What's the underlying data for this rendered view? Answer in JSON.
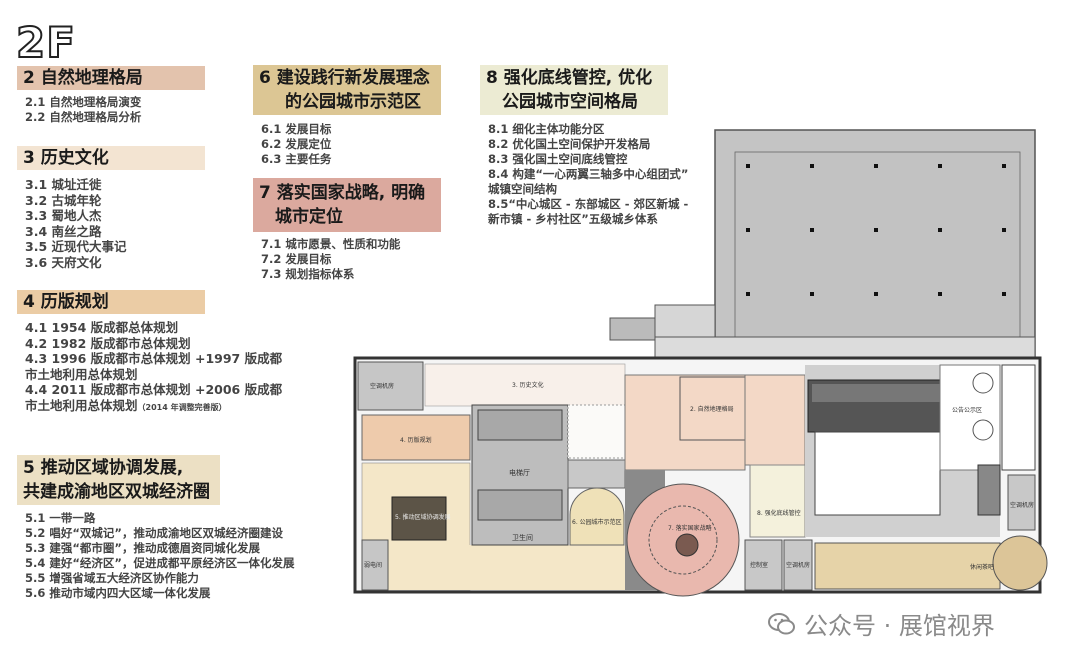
{
  "floor_label": "2F",
  "sections": [
    {
      "title": "2 自然地理格局",
      "items": [
        "2.1 自然地理格局演变",
        "2.2 自然地理格局分析"
      ]
    },
    {
      "title": "3 历史文化",
      "items": [
        "3.1 城址迁徙",
        "3.2 古城年轮",
        "3.3 蜀地人杰",
        "3.4 南丝之路",
        "3.5 近现代大事记",
        "3.6 天府文化"
      ]
    },
    {
      "title": "4 历版规划",
      "items": [
        "4.1 1954 版成都总体规划",
        "4.2 1982 版成都市总体规划",
        "4.3 1996 版成都市总体规划 +1997 版成都",
        "市土地利用总体规划",
        "4.4 2011 版成都市总体规划 +2006 版成都",
        "市土地利用总体规划"
      ],
      "note": "（2014 年调整完善版）"
    },
    {
      "title_lines": [
        "5 推动区域协调发展,",
        "共建成渝地区双城经济圈"
      ],
      "items": [
        "5.1 一带一路",
        "5.2 唱好“双城记”，推动成渝地区双城经济圈建设",
        "5.3 建强“都市圈”，推动成德眉资同城化发展",
        "5.4 建好“经济区”，促进成都平原经济区一体化发展",
        "5.5 增强省域五大经济区协作能力",
        "5.6 推动市域内四大区域一体化发展"
      ]
    },
    {
      "title_lines": [
        "6  建设践行新发展理念",
        "的公园城市示范区"
      ],
      "items": [
        "6.1 发展目标",
        "6.2 发展定位",
        "6.3 主要任务"
      ]
    },
    {
      "title_lines": [
        "7 落实国家战略, 明确",
        "城市定位"
      ],
      "items": [
        "7.1 城市愿景、性质和功能",
        "7.2 发展目标",
        "7.3 规划指标体系"
      ]
    },
    {
      "title_lines": [
        "8 强化底线管控, 优化",
        "公园城市空间格局"
      ],
      "items": [
        "8.1 细化主体功能分区",
        "8.2 优化国土空间保护开发格局",
        "8.3 强化国土空间底线管控",
        "8.4 构建“一心两翼三轴多中心组团式”",
        "城镇空间结构",
        "8.5“中心城区 - 东部城区 - 郊区新城 -",
        "新市镇 - 乡村社区”五级城乡体系"
      ]
    }
  ],
  "plan_labels": {
    "ac_room": "空调机房",
    "history": "3. 历史文化",
    "planning": "4. 历版规划",
    "natural": "2. 自然地理格局",
    "elevator_hall": "电梯厅",
    "restroom": "卫生间",
    "weak_room": "弱电间",
    "notice_area": "公告公示区",
    "control_room": "控制室",
    "ac_room_2": "空调机房",
    "ac_room_3": "空调机房",
    "zone5": "5. 推动区域协调发展",
    "zone6": "6. 公园城市示范区",
    "zone7": "7. 落实国家战略",
    "zone8": "8. 强化底线管控",
    "bar": "休闲茶吧"
  },
  "watermark": "公众号 · 展馆视界",
  "colors": {
    "s2": "#e3c3ad",
    "s3": "#f3e4d2",
    "s4": "#ebcca5",
    "s5": "#ece0c4",
    "s6": "#dcc694",
    "s7": "#dba99e",
    "s8": "#ecebd3"
  }
}
